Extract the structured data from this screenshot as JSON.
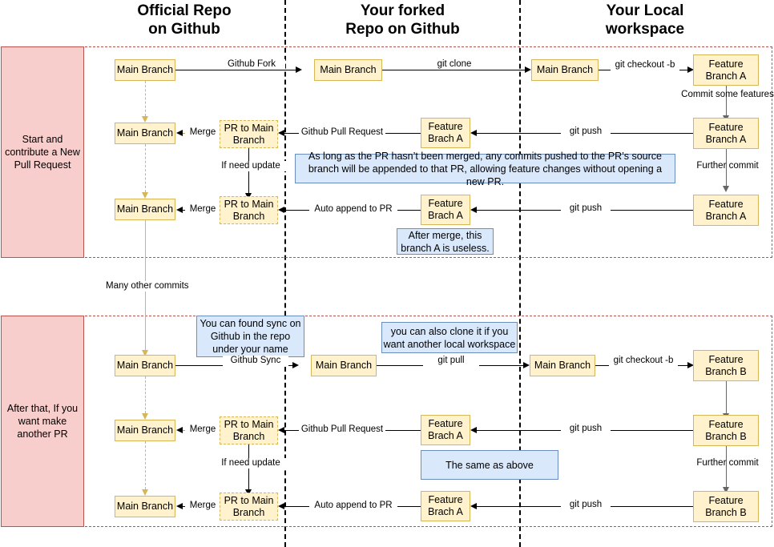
{
  "headers": [
    {
      "id": "official",
      "line1": "Official Repo",
      "line2": "on Github"
    },
    {
      "id": "forked",
      "line1": "Your forked",
      "line2": "Repo on Github"
    },
    {
      "id": "local",
      "line1": "Your Local",
      "line2": "workspace"
    }
  ],
  "phases": [
    {
      "id": "phase-1",
      "text": "Start and contribute a New Pull Request"
    },
    {
      "id": "phase-2",
      "text": "After that, If you want make another PR"
    }
  ],
  "nodes": {
    "official": {
      "main_1": "Main Branch",
      "main_2": "Main Branch",
      "main_3": "Main Branch",
      "main_4": "Main Branch",
      "main_5": "Main Branch",
      "main_6": "Main Branch",
      "pr_1": "PR to Main Branch",
      "pr_2": "PR to Main Branch",
      "pr_3": "PR to Main Branch",
      "pr_4": "PR to Main Branch"
    },
    "forked": {
      "main_1": "Main Branch",
      "main_2": "Main Branch",
      "feature_1": "Feature Brach A",
      "feature_2": "Feature Brach A",
      "feature_3": "Feature Brach A",
      "feature_4": "Feature Brach A"
    },
    "local": {
      "main_1": "Main Branch",
      "main_2": "Main Branch",
      "featA_1": "Feature Branch A",
      "featA_2": "Feature Branch A",
      "featA_3": "Feature Branch A",
      "featB_1": "Feature Branch B",
      "featB_2": "Feature Branch B",
      "featB_3": "Feature Branch B"
    }
  },
  "edges": {
    "github_fork": "Github Fork",
    "git_clone": "git clone",
    "git_checkout_b_1": "git checkout -b",
    "commit_some_features": "Commit some features",
    "git_push_1": "git push",
    "github_pull_request_1": "Github Pull Request",
    "merge_1": "Merge",
    "if_need_update_1": "If need update",
    "further_commit_1": "Further commit",
    "git_push_2": "git push",
    "auto_append_1": "Auto append to PR",
    "merge_2": "Merge",
    "many_other_commits": "Many other commits",
    "github_sync": "Github Sync",
    "git_pull": "git pull",
    "git_checkout_b_2": "git checkout -b",
    "git_push_3": "git push",
    "github_pull_request_2": "Github Pull Request",
    "merge_3": "Merge",
    "if_need_update_2": "If need update",
    "further_commit_2": "Further commit",
    "git_push_4": "git push",
    "auto_append_2": "Auto append to PR",
    "merge_4": "Merge"
  },
  "notes": {
    "pr_append": "As long as the PR hasn’t been merged, any commits pushed to the PR’s source branch will be appended to that PR, allowing feature changes without opening a new PR.",
    "branch_useless": "After merge, this branch A is useless.",
    "found_sync": "You can found sync on Github in the repo under your name",
    "clone_again": "you can also clone it if you want another local workspace",
    "same_as_above": "The same as above"
  },
  "colors": {
    "node_fill": "#fff2cc",
    "node_border": "#d6b656",
    "note_fill": "#dae8fc",
    "note_border": "#6c8ebf",
    "phase_fill": "#f8cecc",
    "phase_border": "#b85450",
    "line": "#000000",
    "gold_line": "#d6b656",
    "grey_line": "#666666"
  }
}
